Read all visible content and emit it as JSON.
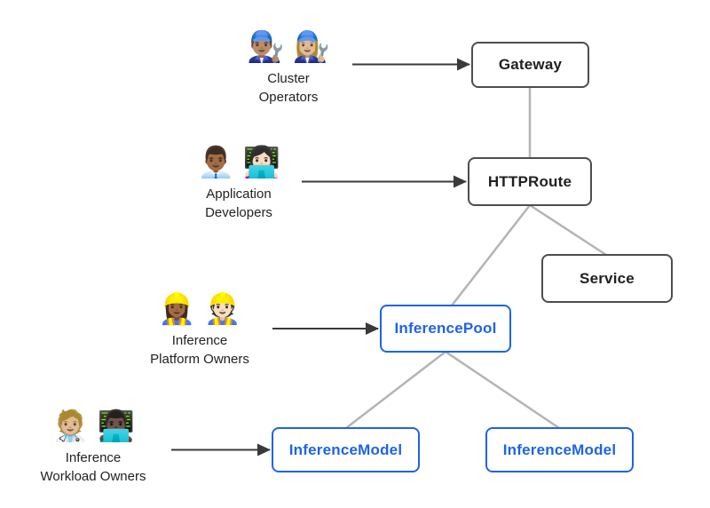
{
  "diagram": {
    "background": "#ffffff",
    "colors": {
      "standard_node_border": "#4d4d4d",
      "standard_node_text": "#1f1f1f",
      "extension_node_color": "#1d63ec",
      "connector_line": "#b4b4b4",
      "arrow": "#3a3a3a"
    },
    "personas": [
      {
        "id": "cluster-operators",
        "emojis": "👨🏽‍🔧 👩🏼‍🔧",
        "label_line1": "Cluster",
        "label_line2": "Operators",
        "points_to": "Gateway"
      },
      {
        "id": "application-developers",
        "emojis": "👨🏾‍💼 👩🏻‍💻",
        "label_line1": "Application",
        "label_line2": "Developers",
        "points_to": "HTTPRoute"
      },
      {
        "id": "inference-platform-owners",
        "emojis": "👷🏾‍♀️ 👷🏻",
        "label_line1": "Inference",
        "label_line2": "Platform Owners",
        "points_to": "InferencePool"
      },
      {
        "id": "inference-workload-owners",
        "emojis": "🧑🏼‍⚕️ 👨🏿‍💻",
        "label_line1": "Inference",
        "label_line2": "Workload Owners",
        "points_to": "InferenceModel"
      }
    ],
    "nodes": [
      {
        "id": "gateway",
        "label": "Gateway",
        "style": "standard"
      },
      {
        "id": "httproute",
        "label": "HTTPRoute",
        "style": "standard"
      },
      {
        "id": "service",
        "label": "Service",
        "style": "standard"
      },
      {
        "id": "inferencepool",
        "label": "InferencePool",
        "style": "extension"
      },
      {
        "id": "inferencemodel-left",
        "label": "InferenceModel",
        "style": "extension"
      },
      {
        "id": "inferencemodel-right",
        "label": "InferenceModel",
        "style": "extension"
      }
    ],
    "edges": [
      {
        "from": "gateway",
        "to": "httproute"
      },
      {
        "from": "httproute",
        "to": "service"
      },
      {
        "from": "httproute",
        "to": "inferencepool"
      },
      {
        "from": "inferencepool",
        "to": "inferencemodel-left"
      },
      {
        "from": "inferencepool",
        "to": "inferencemodel-right"
      }
    ]
  }
}
